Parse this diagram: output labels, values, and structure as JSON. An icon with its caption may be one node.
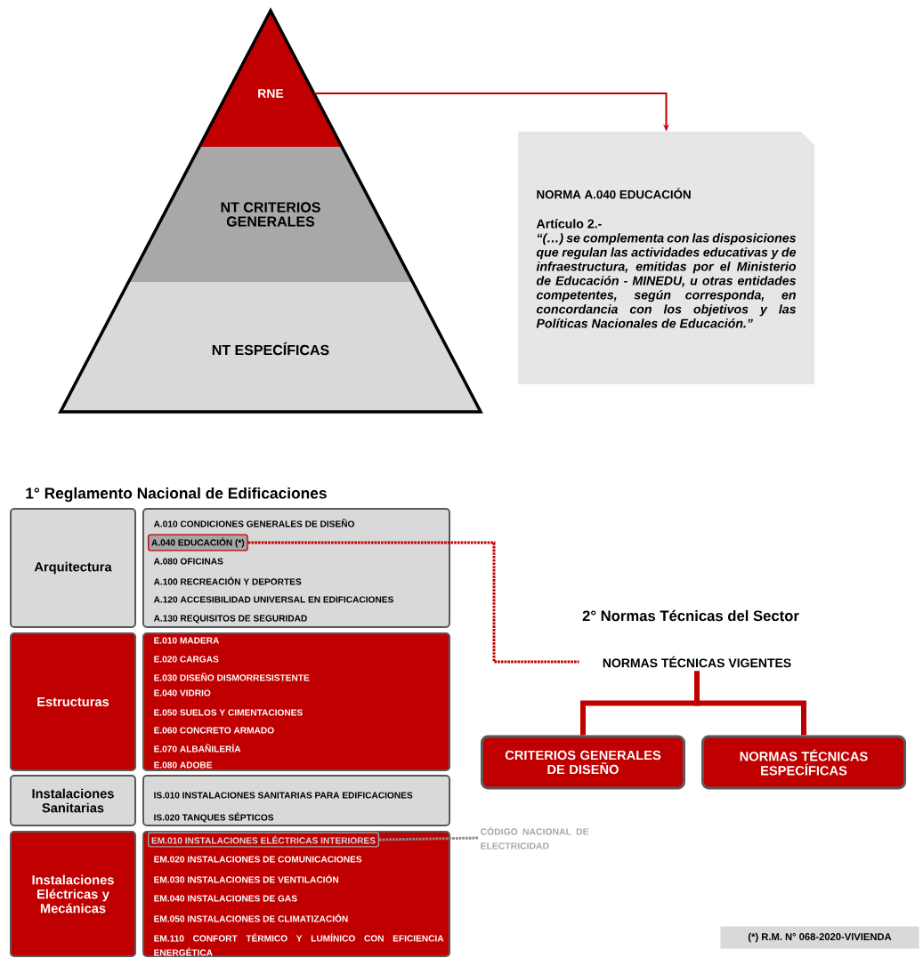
{
  "diagram": {
    "nodes": [
      {
        "text": [
          "RNE"
        ]
      },
      {
        "text": [
          "NT CRITERIOS GENERALES"
        ]
      },
      {
        "text": [
          "NT ESPECÍFICAS"
        ]
      },
      {
        "text": [
          "NORMA A.040 EDUCACIÓN",
          "Artículo 2.-",
          "“(…) se complementa con las disposiciones que regulan las actividades educativas y de infraestructura, emitidas por el Ministerio de Educación - MINEDU, u otras entidades competentes, según corresponda, en concordancia con los objetivos y las Políticas Nacionales de Educación.”"
        ]
      },
      {
        "text": [
          "Arquitectura"
        ]
      },
      {
        "text": [],
        "shape": "box"
      },
      {
        "text": [
          "A.010 CONDICIONES GENERALES DE DISEÑO"
        ],
        "in": 5
      },
      {
        "text": [
          "A.040 EDUCACIÓN (*)"
        ],
        "in": 5
      },
      {
        "text": [
          "A.080 OFICINAS"
        ],
        "in": 5
      },
      {
        "text": [
          "A.100 RECREACIÓN Y DEPORTES"
        ],
        "in": 5
      },
      {
        "text": [
          "A.120 ACCESIBILIDAD UNIVERSAL EN EDIFICACIONES"
        ],
        "in": 5
      },
      {
        "text": [
          "A.130 REQUISITOS DE SEGURIDAD"
        ],
        "in": 5
      },
      {
        "text": [
          "Estructuras"
        ]
      },
      {
        "text": [],
        "shape": "box"
      },
      {
        "text": [
          "E.010 MADERA"
        ],
        "in": 13
      },
      {
        "text": [
          "E.020 CARGAS"
        ],
        "in": 13
      },
      {
        "text": [
          "E.030 DISEÑO DISMORRESISTENTE"
        ],
        "in": 13
      },
      {
        "text": [
          "E.040 VIDRIO"
        ],
        "in": 13
      },
      {
        "text": [
          "E.050 SUELOS Y CIMENTACIONES"
        ],
        "in": 13
      },
      {
        "text": [
          "E.060 CONCRETO ARMADO"
        ],
        "in": 13
      },
      {
        "text": [
          "E.070 ALBAÑILERÍA"
        ],
        "in": 13
      },
      {
        "text": [
          "E.080 ADOBE"
        ],
        "in": 13
      },
      {
        "text": [
          "Instalaciones Sanitarias"
        ]
      },
      {
        "text": [],
        "shape": "box"
      },
      {
        "text": [
          "IS.010 INSTALACIONES SANITARIAS PARA EDIFICACIONES"
        ],
        "in": 23
      },
      {
        "text": [
          "IS.020 TANQUES SÉPTICOS"
        ],
        "in": 23
      },
      {
        "text": [
          "Instalaciones Eléctricas y Mecánicas"
        ]
      },
      {
        "text": [],
        "shape": "box"
      },
      {
        "text": [
          "EM.010 INSTALACIONES ELÉCTRICAS INTERIORES"
        ],
        "in": 27
      },
      {
        "text": [
          "EM.020 INSTALACIONES DE COMUNICACIONES"
        ],
        "in": 27
      },
      {
        "text": [
          "EM.030 INSTALACIONES DE VENTILACIÓN"
        ],
        "in": 27
      },
      {
        "text": [
          "EM.040 INSTALACIONES DE GAS"
        ],
        "in": 27
      },
      {
        "text": [
          "EM.050 INSTALACIONES DE CLIMATIZACIÓN"
        ],
        "in": 27
      },
      {
        "text": [
          "EM.110 CONFORT TÉRMICO Y LUMÍNICO CON EFICIENCIA ENERGÉTICA"
        ],
        "in": 27
      },
      {
        "text": [
          "NORMAS TÉCNICAS VIGENTES"
        ]
      },
      {
        "text": [
          "CRITERIOS GENERALES DE DISEÑO"
        ]
      },
      {
        "text": [
          "NORMAS TÉCNICAS ESPECÍFICAS"
        ]
      },
      {
        "text": [
          "CÓDIGO NACIONAL DE ELECTRICIDAD"
        ]
      },
      {
        "text": [
          "(*) R.M. N° 068-2020-VIVIENDA"
        ]
      }
    ],
    "edges": [
      {
        "from": 0,
        "to": 3,
        "arrow": "to"
      },
      {
        "from": 7,
        "to": 34,
        "arrow": "none",
        "style": "dashed"
      },
      {
        "from": 34,
        "to": 35,
        "arrow": "none",
        "style": "thick"
      },
      {
        "from": 34,
        "to": 36,
        "arrow": "none",
        "style": "thick"
      },
      {
        "from": 28,
        "to": 37,
        "arrow": "none",
        "style": "dashed",
        "color": "#8c8c8c"
      }
    ],
    "labels": [
      "1° Reglamento Nacional de Edificaciones",
      "2° Normas Técnicas del Sector"
    ]
  }
}
